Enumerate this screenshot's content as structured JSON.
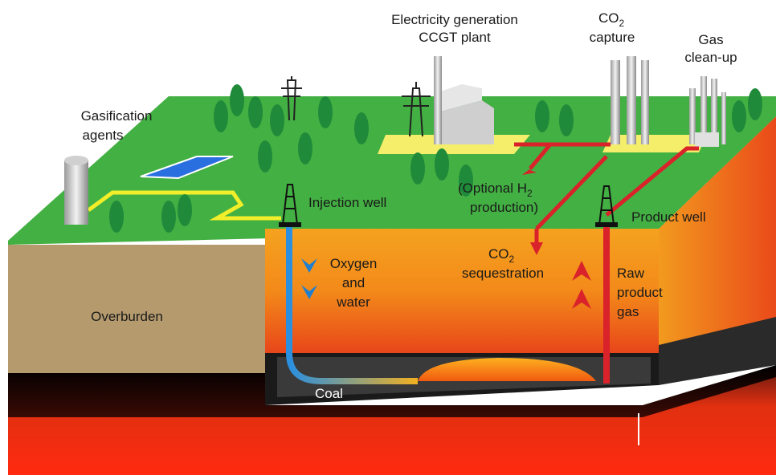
{
  "labels": {
    "electricity_line1": "Electricity generation",
    "electricity_line2": "CCGT plant",
    "co2_capture_co": "CO",
    "co2_capture_sub": "2",
    "co2_capture_line2": "capture",
    "gas_cleanup_line1": "Gas",
    "gas_cleanup_line2": "clean-up",
    "gasification_line1": "Gasification",
    "gasification_line2": "agents",
    "injection_well": "Injection well",
    "optional_h2_line1_a": "(Optional H",
    "optional_h2_sub": "2",
    "optional_h2_line2": "production)",
    "product_well": "Product well",
    "oxygen_line1": "Oxygen",
    "oxygen_line2": "and",
    "oxygen_line3": "water",
    "co2_seq_co": "CO",
    "co2_seq_sub": "2",
    "co2_seq_line2": "sequestration",
    "raw_line1": "Raw",
    "raw_line2": "product",
    "raw_line3": "gas",
    "overburden": "Overburden",
    "coal": "Coal"
  },
  "colors": {
    "grass": "#3fa83f",
    "overburden": "#b59a6e",
    "injection_pipe": "#2a8fe0",
    "product_pipe": "#d9222a",
    "yellow_line": "#f2ee2a",
    "coal_seam": "#1a1a1a"
  }
}
